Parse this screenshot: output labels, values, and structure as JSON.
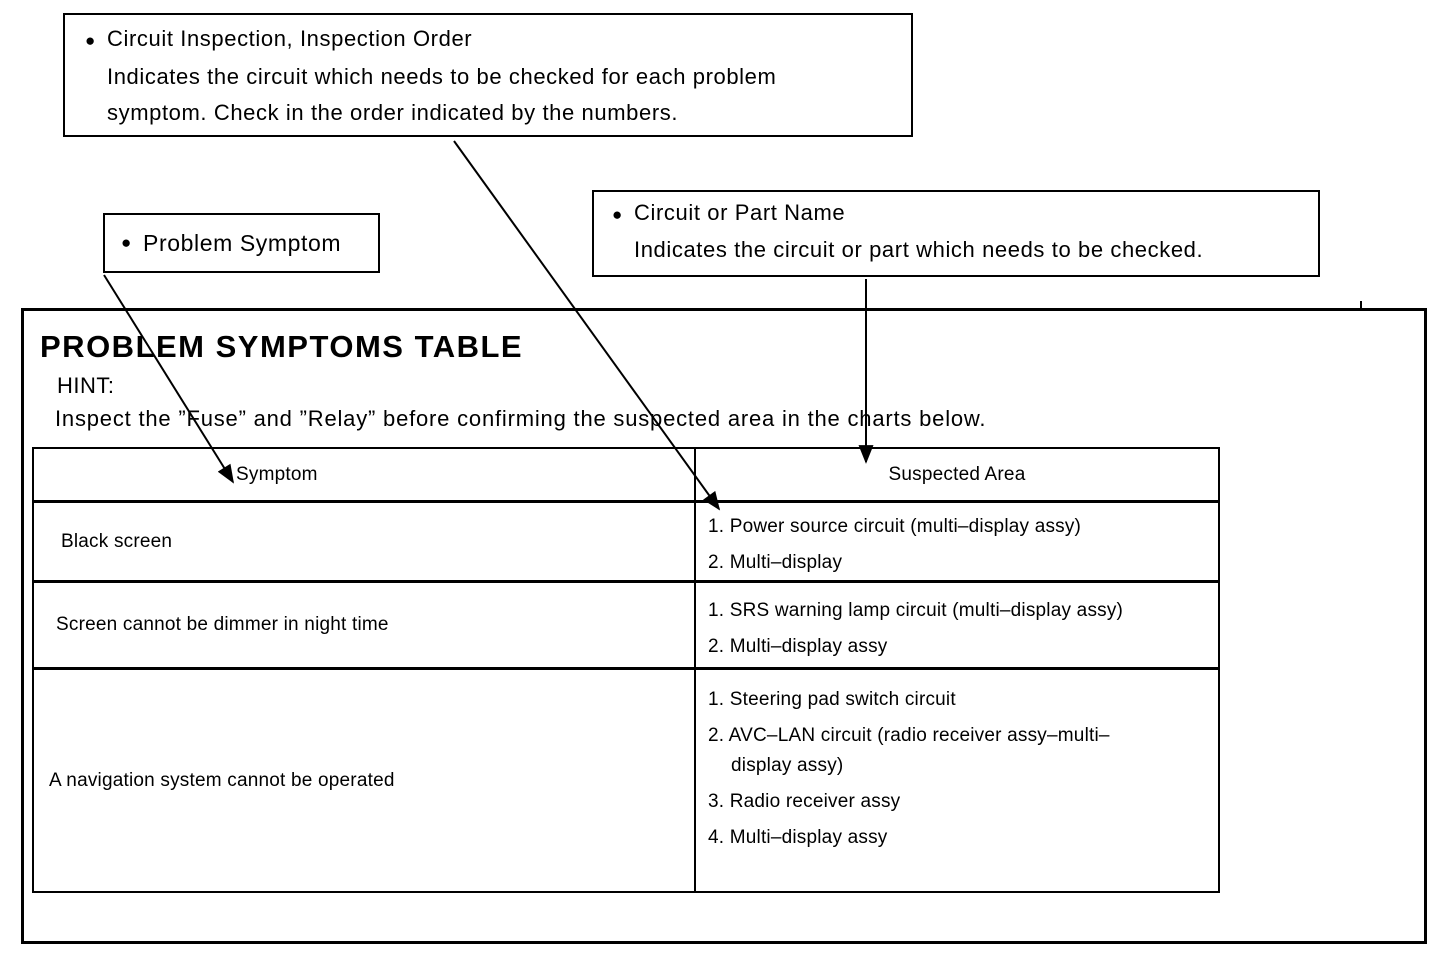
{
  "callouts": {
    "circuit_inspection": {
      "bullet": "●",
      "title": "Circuit Inspection, Inspection Order",
      "line1": "Indicates the circuit which needs to be checked for each problem",
      "line2": "symptom. Check in the order indicated by the numbers."
    },
    "problem_symptom": {
      "bullet": "●",
      "title": "Problem Symptom"
    },
    "circuit_part": {
      "bullet": "●",
      "title": "Circuit or Part Name",
      "line1": "Indicates the circuit or part which needs to be checked."
    }
  },
  "main": {
    "title": "PROBLEM SYMPTOMS TABLE",
    "hint_label": "HINT:",
    "hint_text": "Inspect the ”Fuse” and ”Relay” before confirming the suspected area in the charts below."
  },
  "table": {
    "headers": [
      "Symptom",
      "Suspected Area"
    ],
    "rows": [
      {
        "symptom": "Black screen",
        "suspected_lines": [
          "1. Power source circuit (multi–display assy)",
          "2. Multi–display"
        ]
      },
      {
        "symptom": "Screen cannot be dimmer in night time",
        "suspected_lines": [
          "1. SRS warning lamp circuit (multi–display assy)",
          "2. Multi–display assy"
        ]
      },
      {
        "symptom": "A navigation system cannot be operated",
        "suspected_lines": [
          "1. Steering pad switch circuit",
          "2. AVC–LAN circuit (radio receiver assy–multi–",
          "display assy)",
          "3. Radio receiver assy",
          "4. Multi–display assy"
        ]
      }
    ]
  },
  "colors": {
    "ink": "#000000",
    "paper": "#ffffff"
  }
}
